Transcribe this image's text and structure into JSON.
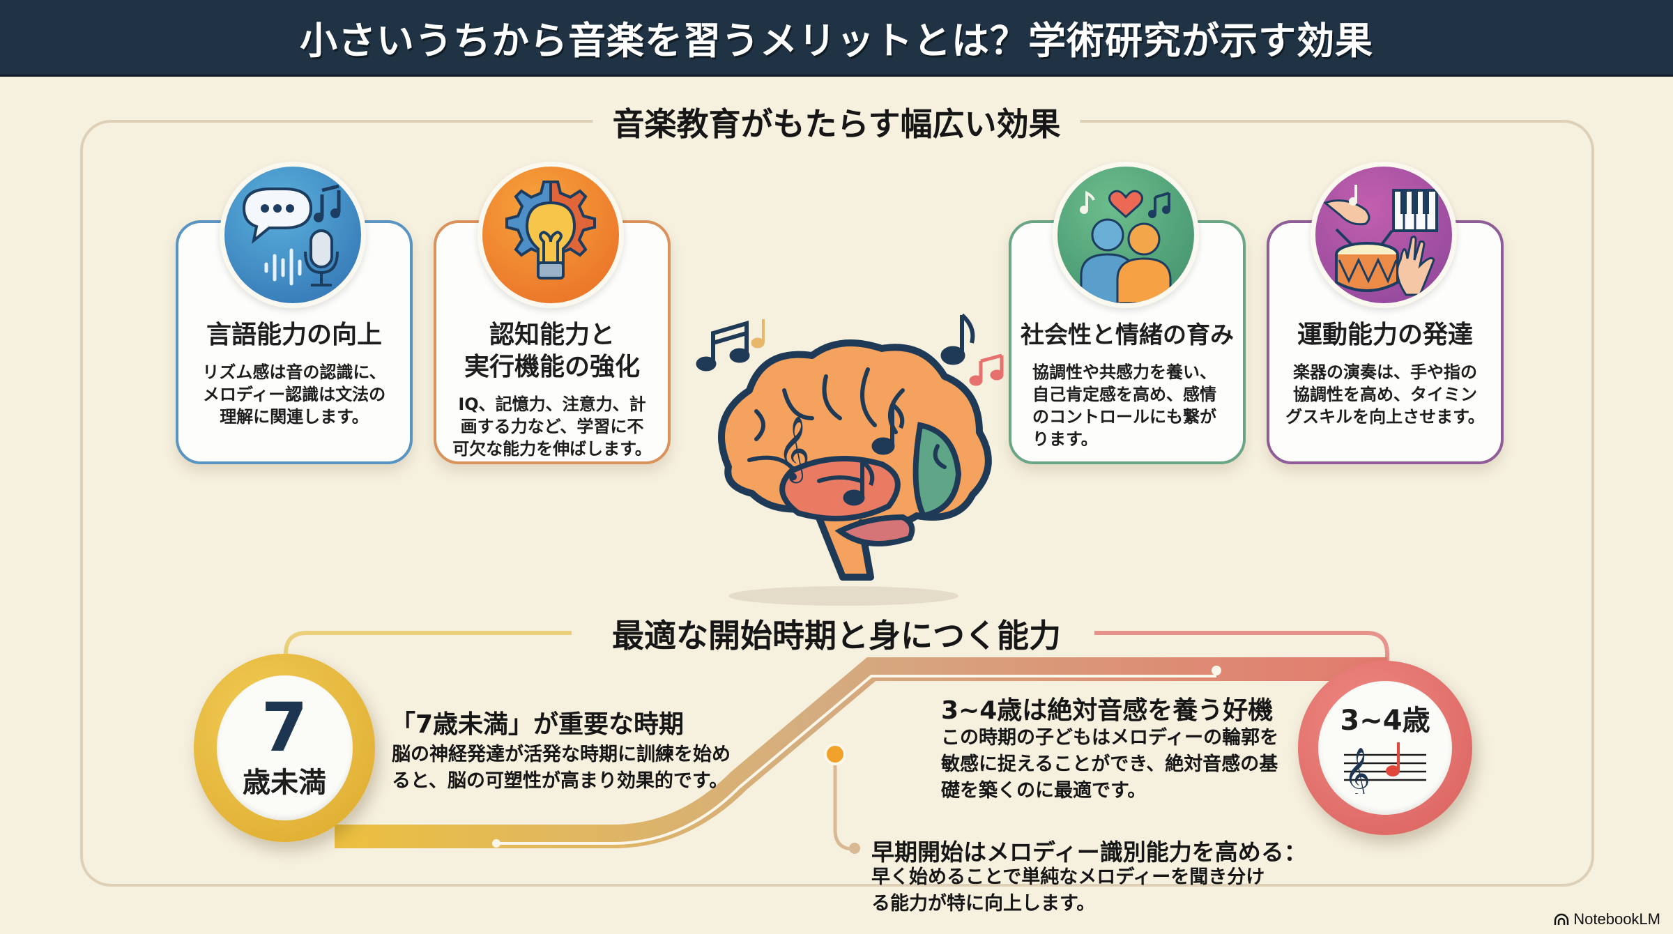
{
  "header": {
    "title": "小さいうちから音楽を習うメリットとは？学術研究が示す効果"
  },
  "section_effects": {
    "heading": "音楽教育がもたらす幅広い効果",
    "cards": [
      {
        "title": "言語能力の向上",
        "body": "リズム感は音の認識に、メロディー認識は文法の理解に関連します。",
        "body_lines": [
          "リズム感は音の認識に、",
          "メロディー認識は文法の",
          "理解に関連します。"
        ],
        "icon": "speech-bubble-microphone-icon",
        "color": "#4f8fc0",
        "icon_bg": "#3a83c1"
      },
      {
        "title_lines": [
          "認知能力と",
          "実行機能の強化"
        ],
        "body_lines": [
          "IQ、記憶力、注意力、計",
          "画する力など、学習に不",
          "可欠な能力を伸ばします。"
        ],
        "icon": "lightbulb-gear-icon",
        "color": "#d98e56",
        "icon_bg": "#ee8a2e"
      },
      {
        "title": "社会性と情緒の育み",
        "body_lines": [
          "協調性や共感力を養い、",
          "自己肯定感を高め、感情",
          "のコントロールにも繋が",
          "ります。"
        ],
        "icon": "people-heart-icon",
        "color": "#5e9e7c",
        "icon_bg": "#4f9a72"
      },
      {
        "title": "運動能力の発達",
        "body_lines": [
          "楽器の演奏は、手や指の",
          "協調性を高め、タイミン",
          "グスキルを向上させます。"
        ],
        "icon": "drum-piano-hands-icon",
        "color": "#8e5a97",
        "icon_bg": "#9a4fa0"
      }
    ],
    "center_image": "brain-music-notes-icon"
  },
  "section_timing": {
    "heading": "最適な開始時期と身につく能力",
    "under7": {
      "badge_number": "7",
      "badge_label": "歳未満",
      "title": "「7歳未満」が重要な時期",
      "body_lines": [
        "脳の神経発達が活発な時期に訓練を始め",
        "ると、脳の可塑性が高まり効果的です。"
      ],
      "color": "#e9b93a"
    },
    "age3to4": {
      "badge_label": "3~4歳",
      "title": "3~4歳は絶対音感を養う好機",
      "body_lines": [
        "この時期の子どもはメロディーの輪郭を",
        "敏感に捉えることができ、絶対音感の基",
        "礎を築くのに最適です。"
      ],
      "color": "#e06d68"
    },
    "early_start": {
      "title": "早期開始はメロディー識別能力を高める：",
      "body_lines": [
        "早く始めることで単純なメロディーを聞き分け",
        "る能力が特に向上します。"
      ]
    }
  },
  "colors": {
    "header_bg": "#1f3344",
    "page_bg": "#f6f0df",
    "frame": "#ddd0b6",
    "accent_orange": "#f0a22a"
  },
  "watermark": {
    "label": "NotebookLM"
  }
}
